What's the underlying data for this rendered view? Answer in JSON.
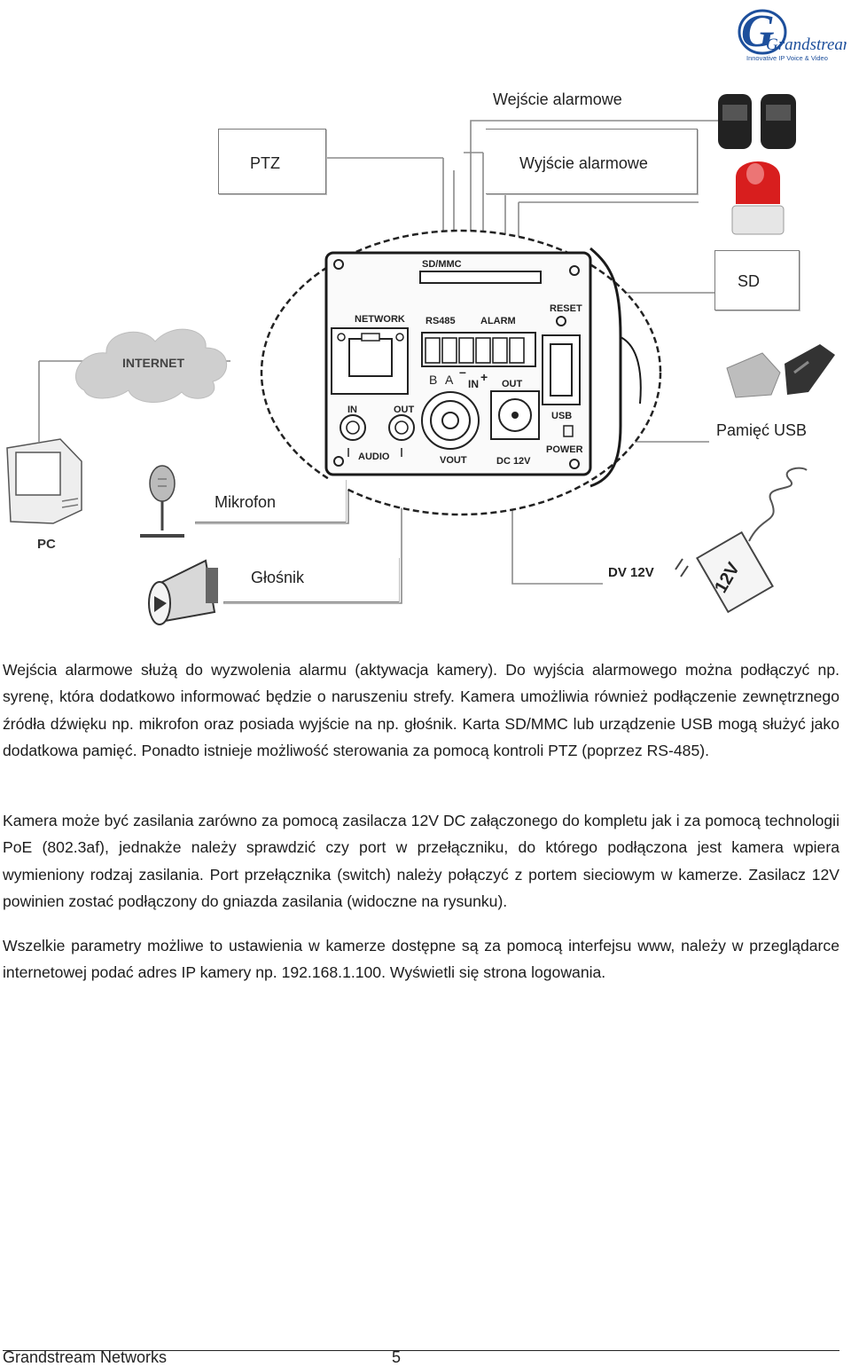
{
  "brand": {
    "logo_text": "Grandstream",
    "logo_tagline": "Innovative IP Voice & Video"
  },
  "diagram": {
    "labels": {
      "alarm_in": "Wejście alarmowe",
      "ptz": "PTZ",
      "alarm_out": "Wyjście alarmowe",
      "sd": "SD",
      "internet": "INTERNET",
      "usb_memory": "Pamięć USB",
      "microphone": "Mikrofon",
      "pc": "PC",
      "speaker": "Głośnik",
      "dv12v": "DV 12V"
    },
    "panel": {
      "sd_mmc": "SD/MMC",
      "network": "NETWORK",
      "rs485": "RS485",
      "alarm": "ALARM",
      "reset": "RESET",
      "b": "B",
      "a": "A",
      "in_plus": "IN",
      "out": "OUT",
      "in_audio": "IN",
      "out_audio": "OUT",
      "audio": "AUDIO",
      "vout": "VOUT",
      "dc12v": "DC 12V",
      "usb": "USB",
      "power": "POWER",
      "adapter_12v": "12V"
    }
  },
  "paragraphs": [
    "Wejścia alarmowe służą do wyzwolenia alarmu (aktywacja kamery). Do wyjścia alarmowego można podłączyć np. syrenę, która dodatkowo informować będzie o naruszeniu strefy. Kamera umożliwia również podłączenie zewnętrznego źródła dźwięku np. mikrofon oraz posiada wyjście na np. głośnik. Karta SD/MMC lub urządzenie USB mogą służyć jako dodatkowa pamięć. Ponadto istnieje możliwość sterowania za pomocą kontroli PTZ (poprzez RS-485).",
    "Kamera może być zasilania zarówno za pomocą zasilacza 12V DC załączonego do kompletu jak i za pomocą technologii PoE (802.3af), jednakże należy sprawdzić czy port w przełączniku, do którego podłączona jest kamera wpiera wymieniony rodzaj zasilania. Port przełącznika (switch) należy połączyć z portem sieciowym w kamerze. Zasilacz 12V powinien zostać podłączony do gniazda zasilania (widoczne na rysunku).",
    "Wszelkie parametry możliwe to ustawienia w kamerze dostępne są za pomocą interfejsu www, należy w przeglądarce internetowej podać adres IP kamery np. 192.168.1.100. Wyświetli się strona logowania."
  ],
  "footer": {
    "company": "Grandstream Networks",
    "page_number": "5"
  }
}
